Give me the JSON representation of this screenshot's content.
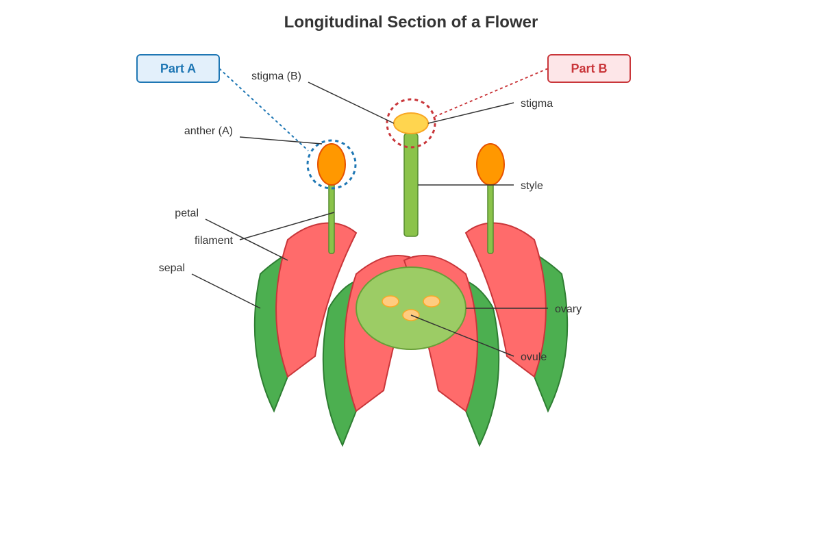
{
  "title": "Longitudinal Section of a Flower",
  "parts": {
    "a": {
      "label": "Part A",
      "color": "#1f77b4",
      "fill": "#e3f0fb"
    },
    "b": {
      "label": "Part B",
      "color": "#c9363a",
      "fill": "#fde6e8"
    }
  },
  "labels": {
    "stigma_b": "stigma (B)",
    "anther_a": "anther (A)",
    "petal": "petal",
    "filament": "filament",
    "sepal": "sepal",
    "stigma": "stigma",
    "style": "style",
    "ovary": "ovary",
    "ovule": "ovule"
  },
  "colors": {
    "sepal_fill": "#4caf50",
    "sepal_stroke": "#2e7d32",
    "petal_fill": "#ff6b6b",
    "petal_stroke": "#c9363a",
    "anther_fill": "#ff9800",
    "anther_stroke": "#e65100",
    "filament_fill": "#8bc34a",
    "filament_stroke": "#558b2f",
    "stigma_fill": "#ffd54f",
    "stigma_stroke": "#f9a825",
    "ovary_fill": "#9ccc65",
    "ovary_stroke": "#689f38",
    "ovule_fill": "#ffcc80",
    "ovule_stroke": "#f9a825"
  }
}
